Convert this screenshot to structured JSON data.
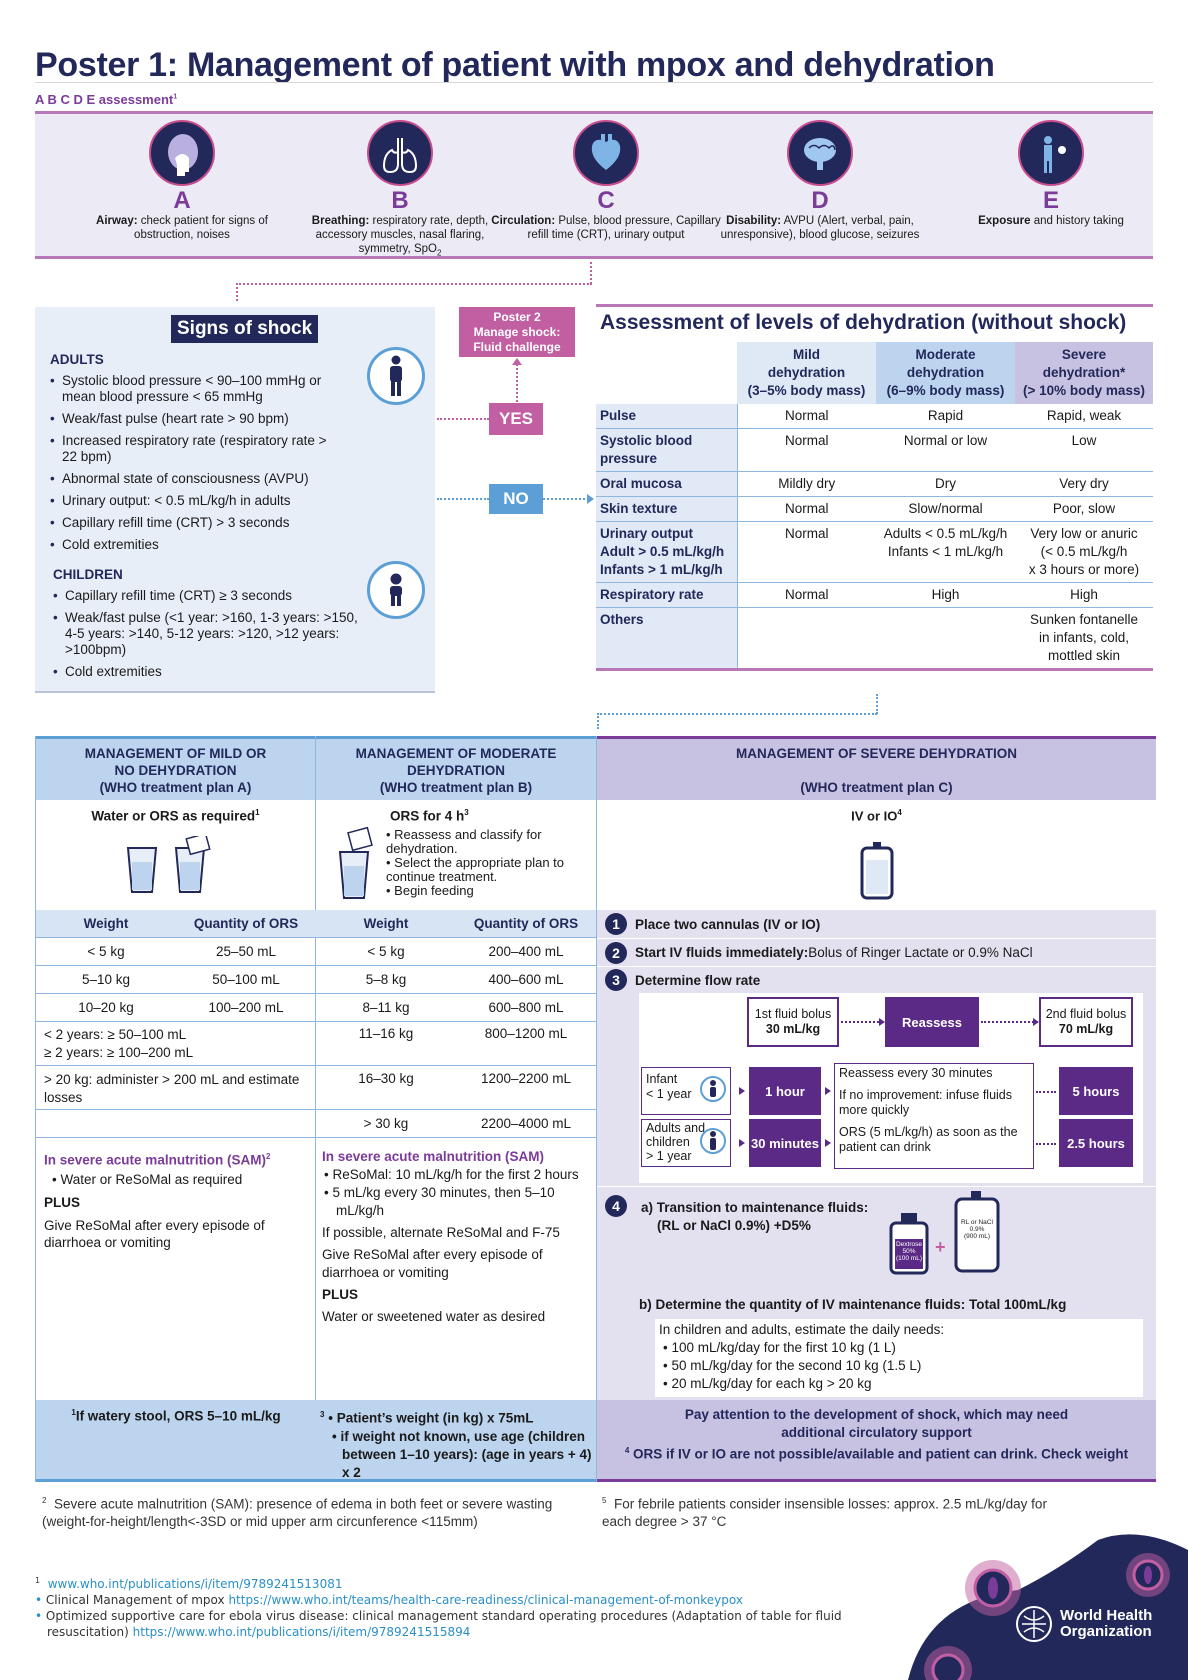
{
  "title": "Poster 1: Management of patient with mpox and dehydration",
  "abcde_label": "A B C D E assessment",
  "abcde_sup": "1",
  "abcde": [
    {
      "letter": "A",
      "bold": "Airway:",
      "text": " check patient for signs of obstruction, noises",
      "icon": "airway-head-icon"
    },
    {
      "letter": "B",
      "bold": "Breathing:",
      "text": " respiratory rate, depth, accessory muscles, nasal flaring, symmetry, SpO",
      "sub": "2",
      "icon": "lungs-icon"
    },
    {
      "letter": "C",
      "bold": "Circulation:",
      "text": " Pulse, blood pressure, Capillary refill time (CRT), urinary output",
      "icon": "heart-icon"
    },
    {
      "letter": "D",
      "bold": "Disability:",
      "text": " AVPU (Alert, verbal, pain, unresponsive), blood glucose, seizures",
      "icon": "brain-icon"
    },
    {
      "letter": "E",
      "bold": "Exposure",
      "text": " and history taking",
      "icon": "person-examination-icon"
    }
  ],
  "shock": {
    "title": "Signs of shock",
    "adults_label": "ADULTS",
    "adults": [
      "Systolic blood pressure < 90–100 mmHg or mean blood pressure < 65 mmHg",
      "Weak/fast pulse (heart rate > 90 bpm)",
      "Increased respiratory rate (respiratory rate > 22 bpm)",
      "Abnormal state of consciousness (AVPU)",
      "Urinary output: < 0.5 mL/kg/h in adults",
      "Capillary refill time (CRT) > 3 seconds",
      "Cold extremities"
    ],
    "children_label": "CHILDREN",
    "children": [
      "Capillary refill time (CRT) ≥ 3 seconds",
      "Weak/fast pulse (<1 year: >160, 1-3 years: >150, 4-5 years: >140, 5-12 years: >120, >12 years: >100bpm)",
      "Cold extremities"
    ]
  },
  "poster2": {
    "line1": "Poster 2",
    "line2": "Manage shock:",
    "line3": "Fluid challenge"
  },
  "yes": "YES",
  "no": "NO",
  "dehydration": {
    "title": "Assessment of levels of dehydration (without shock)",
    "headers": [
      [
        "Mild",
        "dehydration",
        "(3–5% body mass)"
      ],
      [
        "Moderate",
        "dehydration",
        "(6–9% body mass)"
      ],
      [
        "Severe",
        "dehydration*",
        "(> 10% body mass)"
      ]
    ],
    "rows": [
      {
        "label": [
          "Pulse"
        ],
        "cells": [
          "Normal",
          "Rapid",
          "Rapid, weak"
        ]
      },
      {
        "label": [
          "Systolic blood",
          "pressure"
        ],
        "cells": [
          "Normal",
          "Normal or low",
          "Low"
        ]
      },
      {
        "label": [
          "Oral mucosa"
        ],
        "cells": [
          "Mildly dry",
          "Dry",
          "Very dry"
        ]
      },
      {
        "label": [
          "Skin texture"
        ],
        "cells": [
          "Normal",
          "Slow/normal",
          "Poor, slow"
        ]
      },
      {
        "label": [
          "Urinary output",
          "Adult > 0.5 mL/kg/h",
          "Infants > 1 mL/kg/h"
        ],
        "cells": [
          "Normal",
          "Adults < 0.5 mL/kg/h\nInfants < 1 mL/kg/h",
          "Very low or anuric\n(< 0.5 mL/kg/h\nx 3 hours or more)"
        ]
      },
      {
        "label": [
          "Respiratory rate"
        ],
        "cells": [
          "Normal",
          "High",
          "High"
        ]
      },
      {
        "label": [
          "Others"
        ],
        "cells": [
          "",
          "",
          "Sunken fontanelle\nin infants, cold,\nmottled skin"
        ]
      }
    ]
  },
  "mgA": {
    "head": [
      "MANAGEMENT OF MILD OR",
      "NO DEHYDRATION",
      "(WHO treatment plan A)"
    ],
    "sub": "Water or ORS as required",
    "sub_sup": "1",
    "col1": "Weight",
    "col2": "Quantity of ORS",
    "rows": [
      [
        "< 5 kg",
        "25–50 mL"
      ],
      [
        "5–10 kg",
        "50–100 mL"
      ],
      [
        "10–20 kg",
        "100–200 mL"
      ]
    ],
    "extra1": "< 2 years: ≥ 50–100 mL",
    "extra2": "≥ 2 years: ≥ 100–200 mL",
    "extra3": "> 20 kg: administer > 200 mL and estimate losses",
    "sam_title": "In severe acute malnutrition (SAM)",
    "sam_sup": "2",
    "sam_item": "Water or ReSoMal as required",
    "plus": "PLUS",
    "sam_text": "Give ReSoMal after every episode of diarrhoea or vomiting",
    "foot": "If watery stool, ORS 5–10 mL/kg",
    "foot_sup": "1"
  },
  "mgB": {
    "head": [
      "MANAGEMENT OF MODERATE",
      "DEHYDRATION",
      "(WHO treatment plan B)"
    ],
    "sub": "ORS for 4 h",
    "sub_sup": "3",
    "bullets": [
      "Reassess and classify for dehydration.",
      "Select the appropriate plan to continue treatment.",
      "Begin feeding"
    ],
    "col1": "Weight",
    "col2": "Quantity of ORS",
    "rows": [
      [
        "< 5 kg",
        "200–400 mL"
      ],
      [
        "5–8 kg",
        "400–600 mL"
      ],
      [
        "8–11 kg",
        "600–800 mL"
      ],
      [
        "11–16 kg",
        "800–1200 mL"
      ],
      [
        "16–30 kg",
        "1200–2200 mL"
      ],
      [
        "> 30 kg",
        "2200–4000 mL"
      ]
    ],
    "sam_title": "In severe acute malnutrition (SAM)",
    "sam_items": [
      "ReSoMal: 10 mL/kg/h for the first 2 hours",
      "5 mL/kg every 30 minutes, then 5–10 mL/kg/h"
    ],
    "sam_text1": "If possible, alternate ReSoMal and F-75",
    "sam_text2": "Give ReSoMal after every episode of diarrhoea or vomiting",
    "plus": "PLUS",
    "sam_text3": "Water or sweetened water as desired",
    "foot_sup": "3",
    "foot_items": [
      "Patient’s weight (in kg) x 75mL",
      "if weight not known, use age (children between 1–10 years): (age in years + 4) x 2"
    ]
  },
  "mgC": {
    "head1": "MANAGEMENT OF SEVERE DEHYDRATION",
    "head2": "(WHO treatment plan C)",
    "sub": "IV or IO",
    "sub_sup": "4",
    "step1": "Place two cannulas (IV or IO)",
    "step2_bold": "Start IV fluids immediately:",
    "step2_text": " Bolus of Ringer Lactate or 0.9% NaCl",
    "step3": "Determine flow rate",
    "bolus1_a": "1st fluid bolus",
    "bolus1_b": "30 mL/kg",
    "reassess": "Reassess",
    "bolus2_a": "2nd fluid bolus",
    "bolus2_b": "70 mL/kg",
    "infant_a": "Infant",
    "infant_b": "< 1 year",
    "adults_a": "Adults and",
    "adults_b": "children",
    "adults_c": "> 1 year",
    "one_hour": "1 hour",
    "thirty_min": "30 minutes",
    "mid1": "Reassess every 30 minutes",
    "mid2": "If no improvement: infuse fluids more quickly",
    "mid3": "ORS (5 mL/kg/h) as soon as the patient can drink",
    "five_hours": "5 hours",
    "two_half_hours": "2.5 hours",
    "step4a_1": "a) Transition to maintenance fluids:",
    "step4a_2": "(RL or NaCl 0.9%) +D5%",
    "dextrose": [
      "Dextrose",
      "50%",
      "(100 mL)"
    ],
    "rl_bag": [
      "RL or NaCl",
      "0.9%",
      "(900 mL)"
    ],
    "step4b": "b) Determine the quantity of IV maintenance fluids: Total 100mL/kg",
    "needs_intro": "In children and adults, estimate the daily needs:",
    "needs": [
      "100 mL/kg/day for the first 10 kg (1 L)",
      "50 mL/kg/day for the second 10 kg (1.5 L)",
      "20 mL/kg/day for each kg > 20 kg"
    ],
    "foot1": "Pay attention to the development of shock, which may need",
    "foot2": "additional circulatory support",
    "foot3_sup": "4",
    "foot3": "ORS if IV or IO are not possible/available and patient can drink. Check weight"
  },
  "footnote2_sup": "2",
  "footnote2": "Severe acute malnutrition (SAM): presence of edema in both feet or severe wasting (weight-for-height/length<-3SD or mid upper arm circunference <115mm)",
  "footnote5_sup": "5",
  "footnote5": "For febrile patients consider insensible losses: approx. 2.5 mL/kg/day for each degree > 37 °C",
  "refs": [
    {
      "marker": "1",
      "text": "",
      "link": "www.who.int/publications/i/item/9789241513081"
    },
    {
      "marker": "•",
      "text": "Clinical Management of mpox ",
      "link": "https://www.who.int/teams/health-care-readiness/clinical-management-of-monkeypox"
    },
    {
      "marker": "•",
      "text": "Optimized supportive care for ebola virus disease: clinical management standard operating procedures (Adaptation of table for fluid resuscitation) ",
      "link": "https://www.who.int/publications/i/item/9789241515894"
    }
  ],
  "who_line1": "World Health",
  "who_line2": "Organization",
  "colors": {
    "navy": "#22285a",
    "purple": "#7a3c98",
    "magenta": "#c15fa2",
    "blue": "#5c9fd6",
    "lightblue": "#bcd4ee",
    "lavender": "#c8c2e2"
  }
}
